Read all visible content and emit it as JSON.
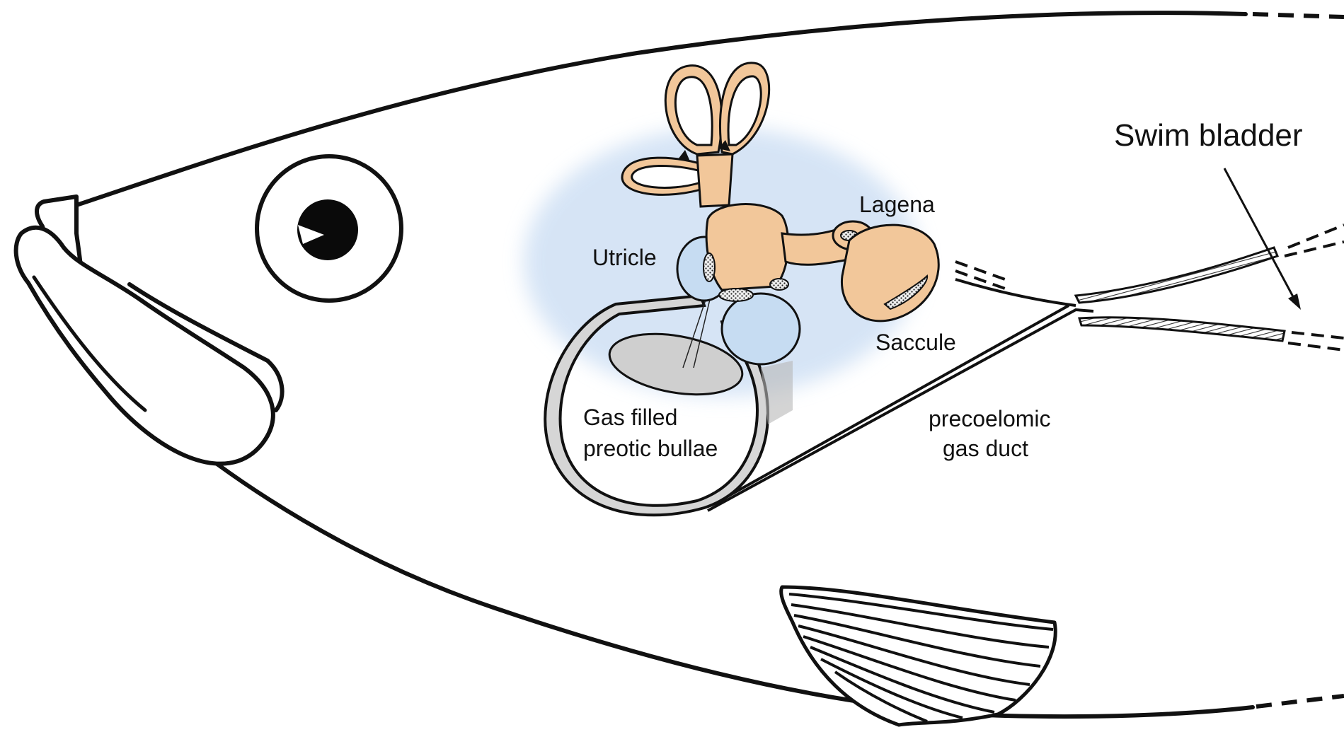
{
  "labels": {
    "swim_bladder": "Swim bladder",
    "lagena": "Lagena",
    "utricle": "Utricle",
    "saccule": "Saccule",
    "gas_filled_line1": "Gas filled",
    "gas_filled_line2": "preotic bullae",
    "precoelomic_line1": "precoelomic",
    "precoelomic_line2": "gas duct"
  },
  "colors": {
    "outline": "#111111",
    "inner_ear": "#f2c79a",
    "inner_ear_stroke": "#6b4a2e",
    "ear_background": "#cfe0f4",
    "utricle_sacs": "#c6dcf2",
    "bulla_wall": "#bdbdbd",
    "paper": "#ffffff"
  }
}
